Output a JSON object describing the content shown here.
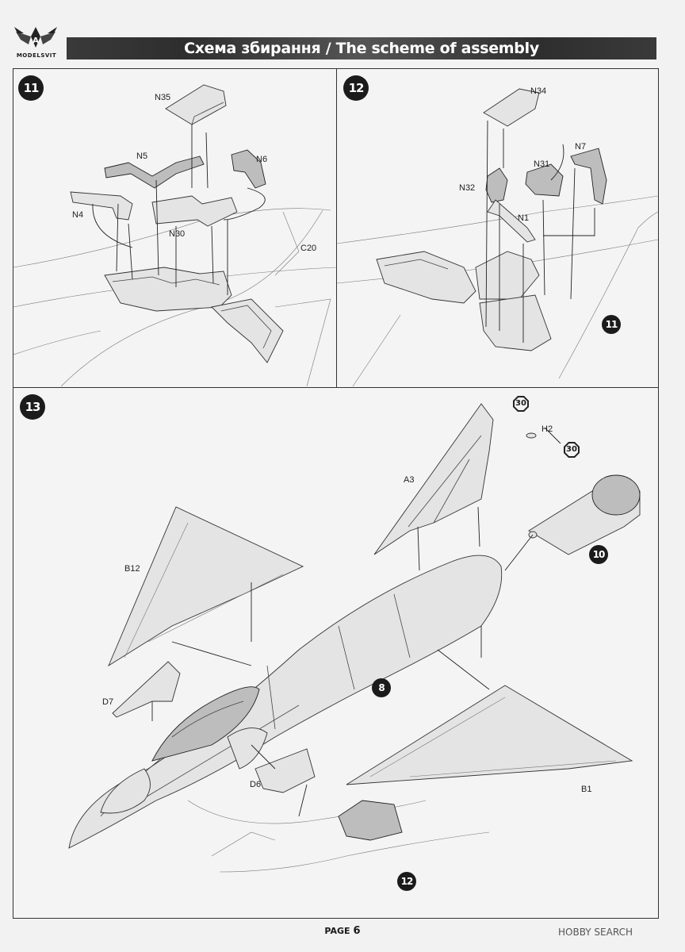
{
  "brand": {
    "logo_text": "MODELSVIT"
  },
  "header": {
    "title": "Схема збирання / The scheme of assembly"
  },
  "steps": {
    "step11": {
      "number": "11",
      "parts": {
        "n35": "N35",
        "n5": "N5",
        "n6": "N6",
        "n4": "N4",
        "n30": "N30",
        "c20": "C20"
      }
    },
    "step12": {
      "number": "12",
      "parts": {
        "n34": "N34",
        "n31": "N31",
        "n7": "N7",
        "n32": "N32",
        "n1": "N1"
      },
      "ref": "11"
    },
    "step13": {
      "number": "13",
      "parts": {
        "a3": "A3",
        "h2": "H2",
        "b12": "B12",
        "d7": "D7",
        "d6": "D6",
        "b1": "B1"
      },
      "paint_callouts": [
        "30",
        "30"
      ],
      "refs": {
        "engine": "10",
        "fuselage": "8",
        "cockpit": "12"
      }
    }
  },
  "footer": {
    "page_label": "PAGE",
    "page_number": "6"
  },
  "watermark": {
    "text": "HOBBY SEARCH",
    "sub": ""
  },
  "icons": {
    "logo": "modelsvit-wings-logo",
    "arrows": "assembly-arrow-icon"
  }
}
